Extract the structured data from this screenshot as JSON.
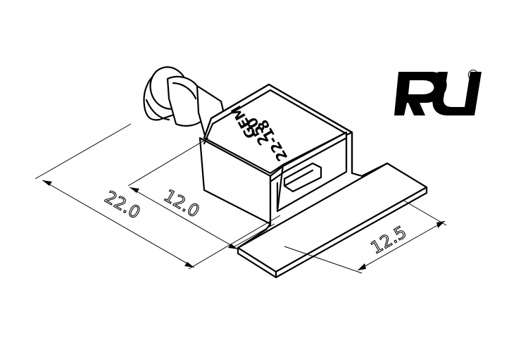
{
  "dimensions": {
    "overall_length": "22.0",
    "body_length": "12.0",
    "tab_width": "12.5"
  },
  "marking": {
    "line1": "22-18",
    "line2": "250",
    "line3": "GEM"
  },
  "certification": {
    "logo": "ul-recognized-logo",
    "logo_text": "R",
    "registered_symbol": "®"
  }
}
